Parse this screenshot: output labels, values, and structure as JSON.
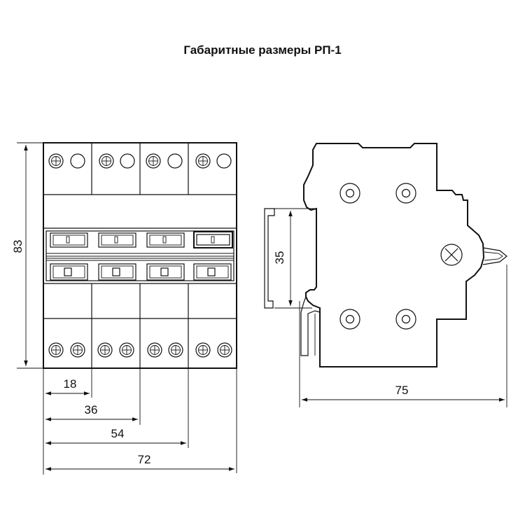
{
  "title": "Габаритные размеры РП-1",
  "front_view": {
    "height_label": "83",
    "width_labels": [
      "18",
      "36",
      "54",
      "72"
    ]
  },
  "side_view": {
    "rail_label": "35",
    "depth_label": "75"
  }
}
